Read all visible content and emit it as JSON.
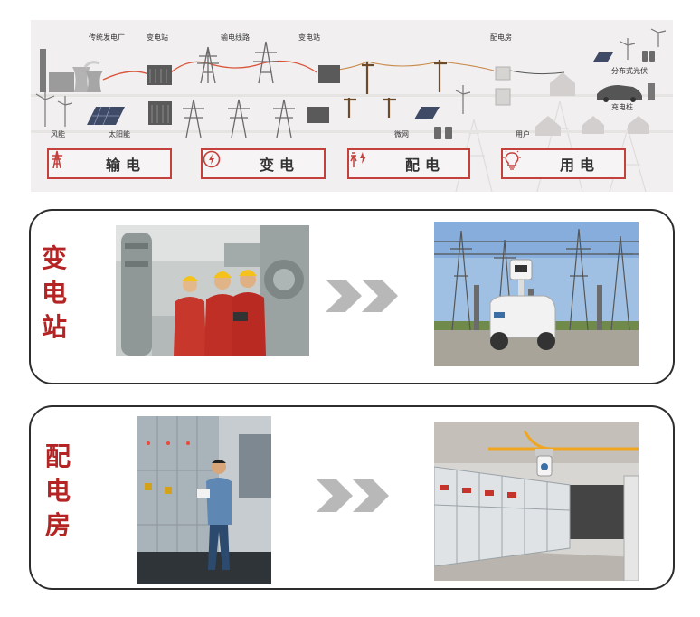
{
  "diagram": {
    "nodes": {
      "traditional_plant": "传统发电厂",
      "substation_1": "变电站",
      "transmission_line": "输电线路",
      "substation_2": "变电站",
      "distribution_room": "配电房",
      "distributed_pv": "分布式光伏",
      "charging_pile": "充电桩",
      "wind": "风能",
      "solar": "太阳能",
      "microgrid": "微网",
      "user": "用户"
    },
    "stages": [
      {
        "label": "输电",
        "icon": "transmission-tower-icon"
      },
      {
        "label": "变电",
        "icon": "lightning-circle-icon"
      },
      {
        "label": "配电",
        "icon": "distribution-icon"
      },
      {
        "label": "用电",
        "icon": "lightbulb-icon"
      }
    ],
    "colors": {
      "accent": "#c4403c",
      "title_red": "#b52424",
      "arrow_gray": "#b8b8b8"
    }
  },
  "panels": [
    {
      "title_chars": [
        "变",
        "电",
        "站"
      ]
    },
    {
      "title_chars": [
        "配",
        "电",
        "房"
      ]
    }
  ]
}
